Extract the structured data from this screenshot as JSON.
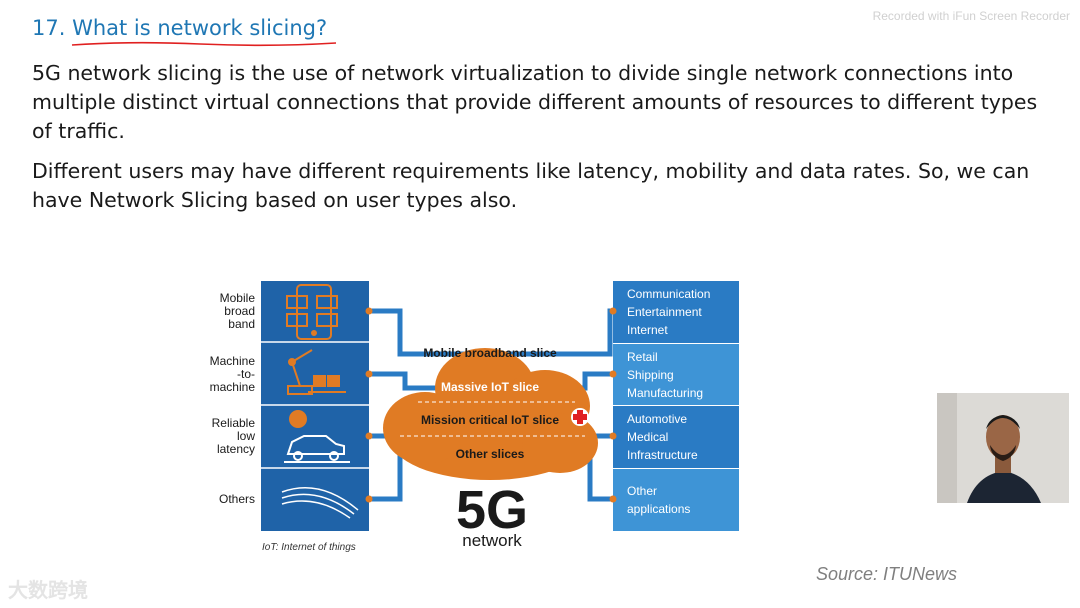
{
  "slide": {
    "title": "17. What is network slicing?",
    "paragraph1": "5G network slicing is the use of network virtualization to divide single network connections into multiple distinct virtual connections that provide different amounts of resources to different types of traffic.",
    "paragraph2": "Different users may have different requirements like latency, mobility and data rates. So, we can have Network Slicing based on user types also.",
    "source": "Source: ITUNews"
  },
  "recorder_watermark": "Recorded with iFun Screen Recorder",
  "corner_watermark": "大数跨境",
  "figure": {
    "left_labels": [
      [
        "Mobile",
        "broad",
        "band"
      ],
      [
        "Machine",
        "-to-",
        "machine"
      ],
      [
        "Reliable",
        "low",
        "latency"
      ],
      [
        "Others"
      ]
    ],
    "slices": [
      "Mobile broadband slice",
      "Massive IoT slice",
      "Mission critical IoT slice",
      "Other slices"
    ],
    "right_boxes": [
      [
        "Communication",
        "Entertainment",
        "Internet"
      ],
      [
        "Retail",
        "Shipping",
        "Manufacturing"
      ],
      [
        "Automotive",
        "Medical",
        "Infrastructure"
      ],
      [
        "Other",
        "applications"
      ]
    ],
    "logo_big": "5G",
    "logo_small": "network",
    "footnote": "IoT: Internet of things",
    "colors": {
      "blue_dark": "#1f63a8",
      "blue_mid": "#2a7bc4",
      "blue_light": "#3e94d6",
      "orange": "#e07b24",
      "orange_dark": "#b85d12"
    }
  }
}
